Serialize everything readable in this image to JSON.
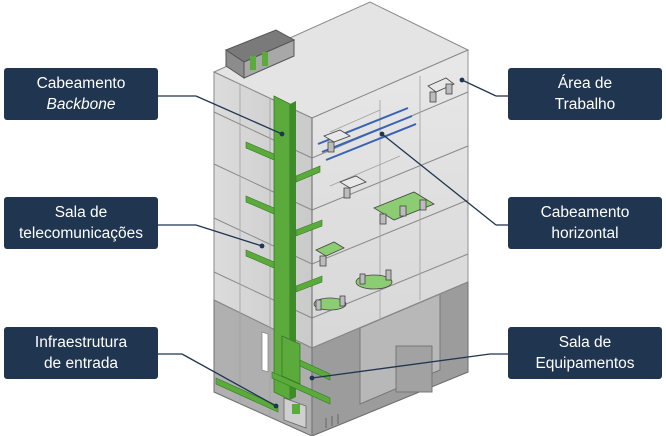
{
  "labels": {
    "backbone": {
      "line1": "Cabeamento",
      "line2": "Backbone"
    },
    "telecom": {
      "line1": "Sala de",
      "line2": "telecomunicações"
    },
    "entrada": {
      "line1": "Infraestrutura",
      "line2": "de entrada"
    },
    "trabalho": {
      "line1": "Área de",
      "line2": "Trabalho"
    },
    "horizontal": {
      "line1": "Cabeamento",
      "line2": "horizontal"
    },
    "equipamentos": {
      "line1": "Sala de",
      "line2": "Equipamentos"
    }
  },
  "colors": {
    "label_bg": "#1f3550",
    "label_text": "#ffffff",
    "building_glass": "#d8d8d8",
    "building_dark": "#9a9a9a",
    "cable_green": "#5aaa3c",
    "horizontal_blue": "#3a62b5",
    "leader_line": "#1f3550"
  }
}
